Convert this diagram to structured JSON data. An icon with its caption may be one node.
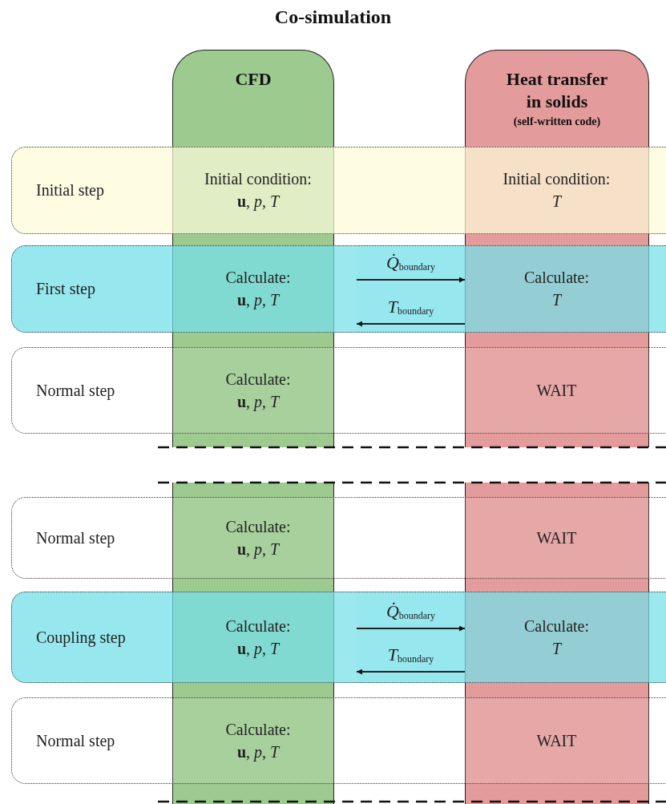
{
  "diagram": {
    "title": "Co-simulation",
    "nodes": [
      {
        "text": [
          "CFD"
        ]
      },
      {
        "text": [
          "Heat transfer in solids",
          "(self-written code)"
        ]
      },
      {
        "text": [
          "Initial step"
        ]
      },
      {
        "text": [
          "Initial condition: **u**, *p*, *T*"
        ],
        "in": 2
      },
      {
        "text": [
          "Initial condition: *T*"
        ],
        "in": 2
      },
      {
        "text": [
          "First step"
        ]
      },
      {
        "text": [
          "Calculate: **u**, *p*, *T*"
        ],
        "in": 5
      },
      {
        "text": [
          "Calculate: *T*"
        ],
        "in": 5
      },
      {
        "text": [
          "Normal step"
        ]
      },
      {
        "text": [
          "Calculate: **u**, *p*, *T*"
        ],
        "in": 8
      },
      {
        "text": [
          "WAIT"
        ],
        "in": 8
      },
      {
        "text": [],
        "shape": "bar"
      },
      {
        "text": [],
        "shape": "bar"
      },
      {
        "text": [
          "Normal step"
        ]
      },
      {
        "text": [
          "Calculate: **u**, *p*, *T*"
        ],
        "in": 13
      },
      {
        "text": [
          "WAIT"
        ],
        "in": 13
      },
      {
        "text": [
          "Coupling step"
        ]
      },
      {
        "text": [
          "Calculate: **u**, *p*, *T*"
        ],
        "in": 16
      },
      {
        "text": [
          "Calculate: *T*"
        ],
        "in": 16
      },
      {
        "text": [
          "Normal step"
        ]
      },
      {
        "text": [
          "Calculate: **u**, *p*, *T*"
        ],
        "in": 19
      },
      {
        "text": [
          "WAIT"
        ],
        "in": 19
      }
    ],
    "edges": [
      {
        "from": 6,
        "to": 7,
        "arrow": "to",
        "label": "*Q̇*$_{boundary}$"
      },
      {
        "from": 7,
        "to": 6,
        "arrow": "to",
        "label": "*T*$_{boundary}$"
      },
      {
        "from": 17,
        "to": 18,
        "arrow": "to",
        "label": "*Q̇*$_{boundary}$"
      },
      {
        "from": 18,
        "to": 17,
        "arrow": "to",
        "label": "*T*$_{boundary}$"
      }
    ]
  }
}
